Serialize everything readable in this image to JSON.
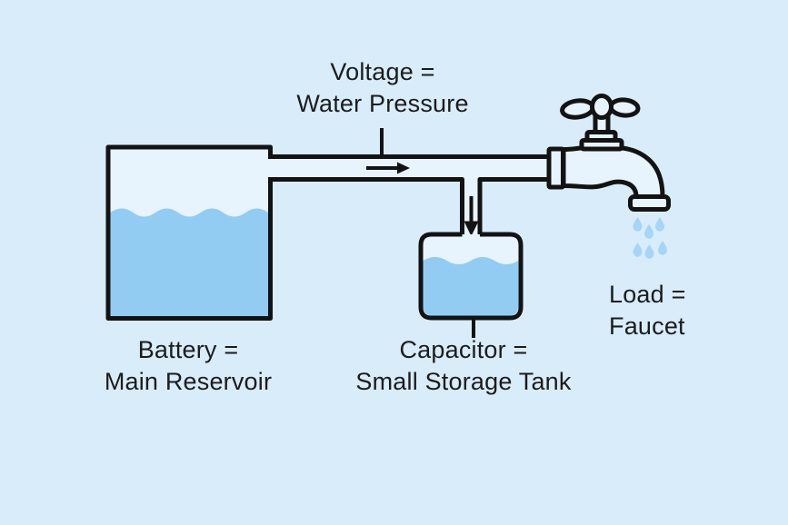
{
  "title": "Electricity and water analogy diagram",
  "colors": {
    "background": "#d8ecfa",
    "stroke": "#131313",
    "fill": "#e7f3fd",
    "water": "#92ccf2",
    "drop": "#a6d5f6",
    "text": "#1c1c1c"
  },
  "labels": {
    "voltage": {
      "line1": "Voltage =",
      "line2": "Water Pressure"
    },
    "battery": {
      "line1": "Battery =",
      "line2": "Main Reservoir"
    },
    "capacitor": {
      "line1": "Capacitor =",
      "line2": "Small Storage Tank"
    },
    "load": {
      "line1": "Load =",
      "line2": "Faucet"
    }
  }
}
